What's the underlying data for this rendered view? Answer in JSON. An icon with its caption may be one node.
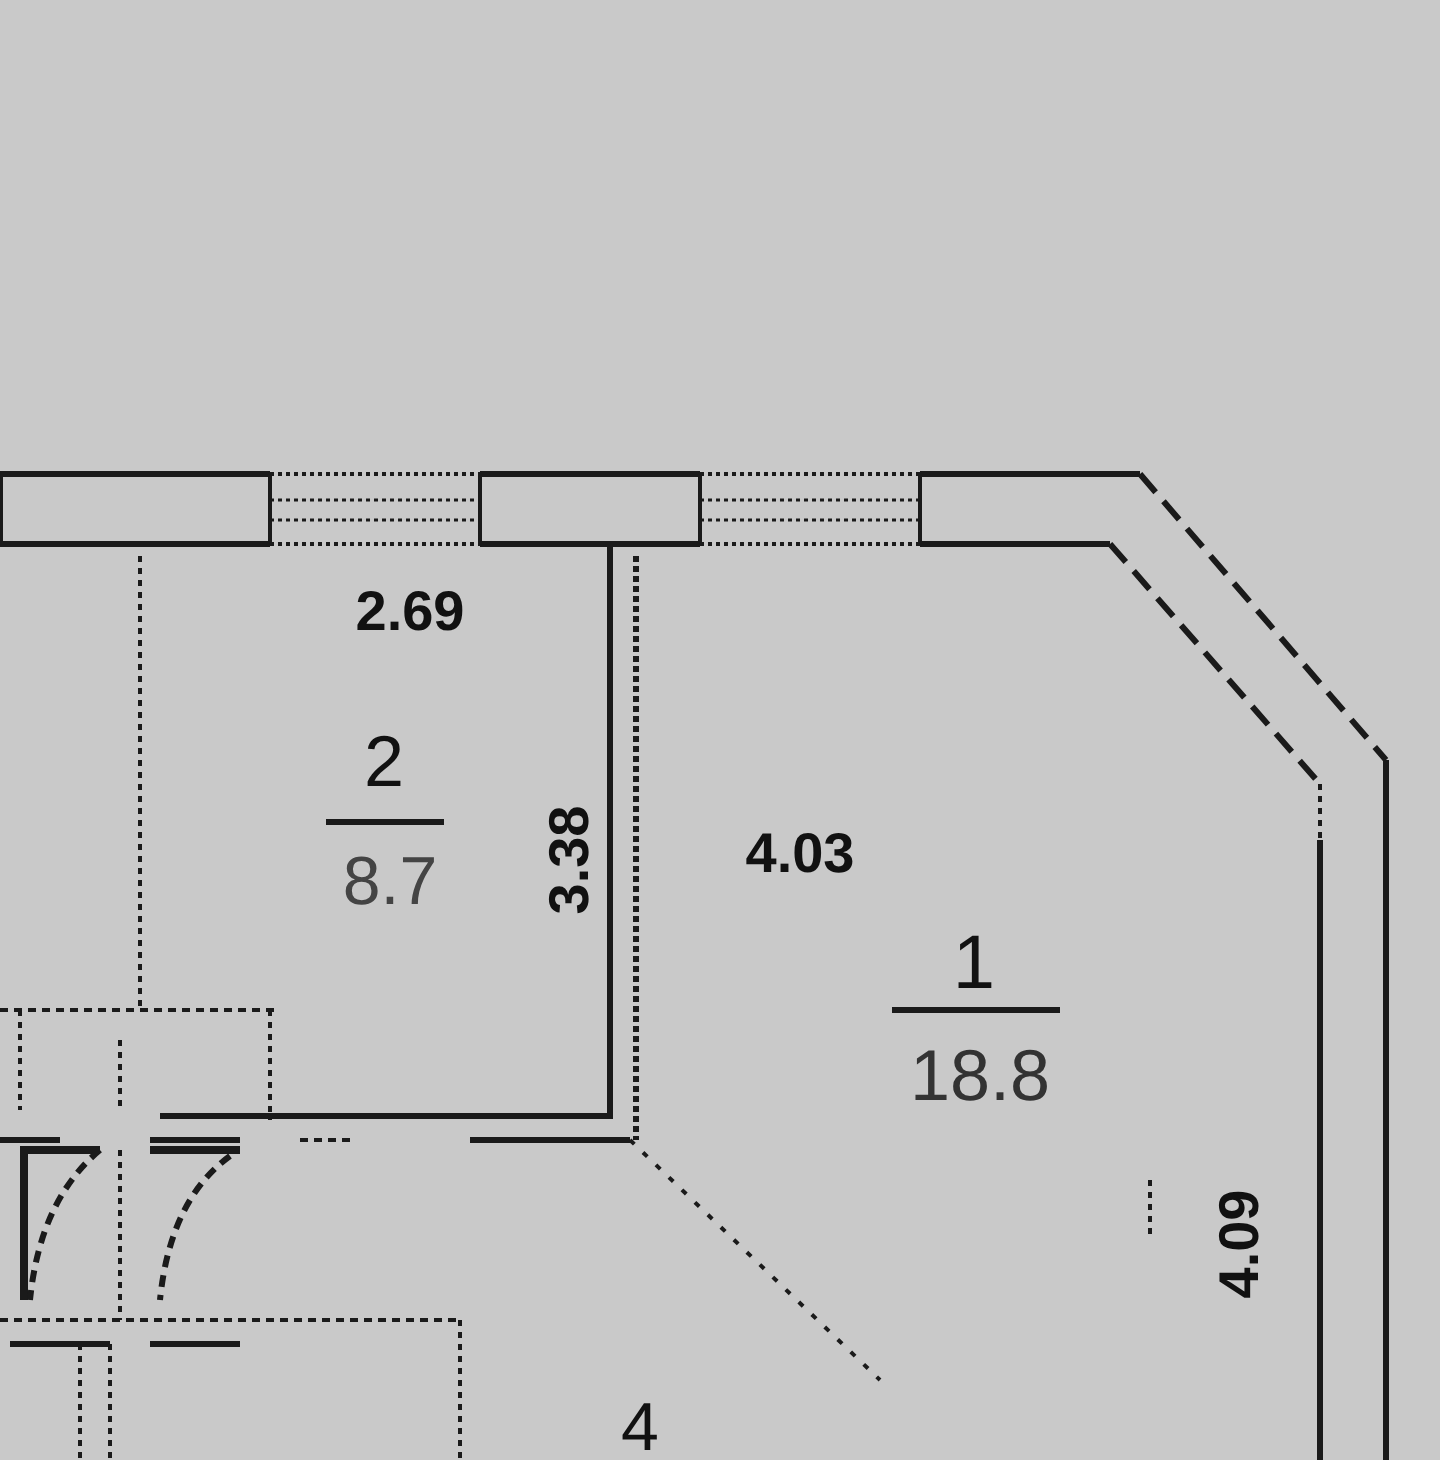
{
  "diagram": {
    "labels": [
      "2.69",
      "2",
      "8.7",
      "3.38",
      "4.03",
      "1",
      "18.8",
      "4.09",
      "4"
    ]
  }
}
